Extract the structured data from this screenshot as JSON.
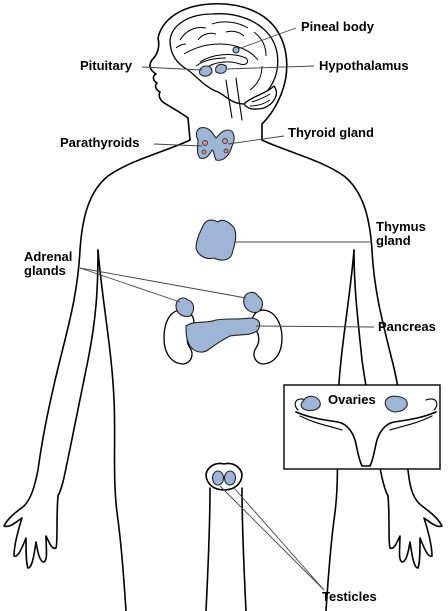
{
  "labels": {
    "pineal_body": "Pineal body",
    "pituitary": "Pituitary",
    "hypothalamus": "Hypothalamus",
    "parathyroids": "Parathyroids",
    "thyroid_gland": "Thyroid gland",
    "thymus_gland_line1": "Thymus",
    "thymus_gland_line2": "gland",
    "adrenal_glands_line1": "Adrenal",
    "adrenal_glands_line2": "glands",
    "pancreas": "Pancreas",
    "ovaries": "Ovaries",
    "testicles": "Testicles"
  },
  "colors": {
    "gland_fill": "#9fb5d6",
    "parathyroid_fill": "#d98a8a",
    "outline": "#000000"
  }
}
